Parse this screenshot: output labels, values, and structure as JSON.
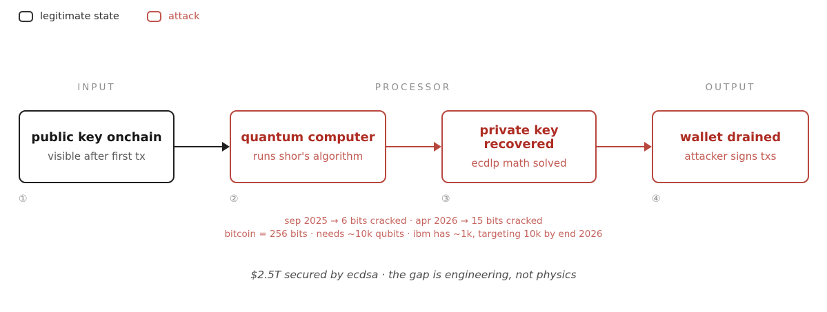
{
  "legend": {
    "items": [
      {
        "label": "legitimate state",
        "type": "legitimate"
      },
      {
        "label": "attack",
        "type": "attack"
      }
    ]
  },
  "sections": [
    {
      "label": "INPUT"
    },
    {
      "label": "PROCESSOR"
    },
    {
      "label": "OUTPUT"
    }
  ],
  "nodes": [
    {
      "step": "①",
      "title": "public key onchain",
      "subtitle": "visible after first tx",
      "variant": "legitimate"
    },
    {
      "step": "②",
      "title": "quantum computer",
      "subtitle": "runs shor's algorithm",
      "variant": "attack"
    },
    {
      "step": "③",
      "title": "private key recovered",
      "subtitle": "ecdlp math solved",
      "variant": "attack"
    },
    {
      "step": "④",
      "title": "wallet drained",
      "subtitle": "attacker signs txs",
      "variant": "attack"
    }
  ],
  "annotations": {
    "line1": "sep 2025 → 6 bits cracked · apr 2026 → 15 bits cracked",
    "line2": "bitcoin = 256 bits · needs ~10k qubits · ibm has ~1k, targeting 10k by end 2026"
  },
  "footer": {
    "text": "$2.5T secured by ecdsa · the gap is engineering, not physics"
  },
  "colors": {
    "attack_border": "#b8473e",
    "attack_title": "#ae2d24",
    "attack_subtitle": "#c25a52",
    "legitimate_border": "#1f1f1f",
    "annotation_text": "#c6655f",
    "header_gray": "#8e8e8e"
  }
}
